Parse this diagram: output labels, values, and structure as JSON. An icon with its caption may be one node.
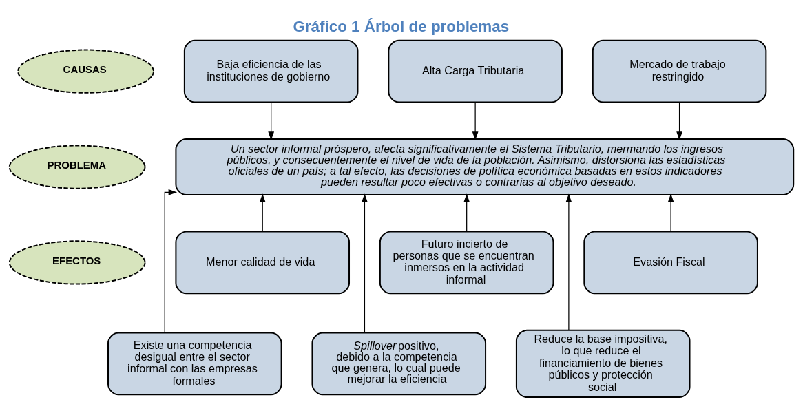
{
  "diagram": {
    "title": "Gráfico 1 Árbol de problemas",
    "nodes": [
      {
        "text": [
          "CAUSAS"
        ]
      },
      {
        "text": [
          "Baja eficiencia de las instituciones de gobierno"
        ]
      },
      {
        "text": [
          "Alta Carga Tributaria"
        ]
      },
      {
        "text": [
          "Mercado de trabajo restringido"
        ]
      },
      {
        "text": [
          "PROBLEMA"
        ]
      },
      {
        "text": [
          "Un sector informal próspero, afecta significativamente el Sistema Tributario, mermando los ingresos públicos, y consecuentemente el nivel de vida de la población. Asimismo, distorsiona las estadísticas oficiales de un país; a tal efecto, las decisiones de política económica basadas en estos indicadores pueden resultar poco efectivas o contrarias al objetivo deseado."
        ]
      },
      {
        "text": [
          "EFECTOS"
        ]
      },
      {
        "text": [
          "Menor calidad de vida"
        ]
      },
      {
        "text": [
          "Futuro incierto de personas que se encuentran inmersos en la actividad informal"
        ]
      },
      {
        "text": [
          "Evasión Fiscal"
        ]
      },
      {
        "text": [
          "Existe una competencia desigual entre el sector informal con las empresas formales"
        ]
      },
      {
        "text": [
          "*Spillover* positivo, debido a la competencia que genera, lo cual puede mejorar la eficiencia"
        ]
      },
      {
        "text": [
          "Reduce la base impositiva, lo que reduce el financiamiento de bienes públicos y protección social"
        ]
      }
    ],
    "edges": [
      {
        "from": 1,
        "to": 5,
        "arrow": "to"
      },
      {
        "from": 2,
        "to": 5,
        "arrow": "to"
      },
      {
        "from": 3,
        "to": 5,
        "arrow": "to"
      },
      {
        "from": 7,
        "to": 5,
        "arrow": "to"
      },
      {
        "from": 8,
        "to": 5,
        "arrow": "to"
      },
      {
        "from": 9,
        "to": 5,
        "arrow": "to"
      },
      {
        "from": 10,
        "to": 5,
        "arrow": "to"
      },
      {
        "from": 11,
        "to": 5,
        "arrow": "to"
      },
      {
        "from": 12,
        "to": 5,
        "arrow": "to"
      }
    ]
  }
}
